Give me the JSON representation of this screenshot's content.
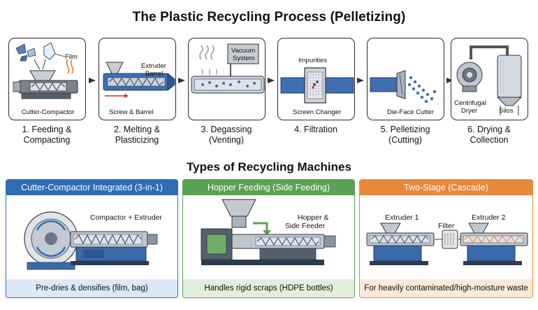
{
  "title": "The Plastic Recycling Process (Pelletizing)",
  "subtitle": "Types of Recycling Machines",
  "steps": [
    {
      "caption": "1. Feeding &\nCompacting",
      "labels": [
        "Film",
        "Cutter-Compactor"
      ]
    },
    {
      "caption": "2. Melting &\nPlasticizing",
      "labels": [
        "Extruder",
        "Barrel",
        "Screw & Barrel"
      ]
    },
    {
      "caption": "3. Degassing\n(Venting)",
      "labels": [
        "Vacuum",
        "System"
      ]
    },
    {
      "caption": "4. Filtration",
      "labels": [
        "Impurities",
        "Screen Changer"
      ]
    },
    {
      "caption": "5. Pelletizing\n(Cutting)",
      "labels": [
        "Die-Face Cutter"
      ]
    },
    {
      "caption": "6. Drying &\nCollection",
      "labels": [
        "Centrifugal",
        "Dryer",
        "Silos"
      ]
    }
  ],
  "machines": [
    {
      "header": "Cutter-Compactor Integrated (3-in-1)",
      "note": "Compactor + Extruder",
      "footer": "Pre-dries & densifies (film, bag)",
      "color": "#2f6db4",
      "footer_bg": "#dde8f5"
    },
    {
      "header": "Hopper Feeding (Side Feeding)",
      "note_1": "Hopper &",
      "note_2": "Side Feeder",
      "footer": "Handles rigid scraps (HDPE bottles)",
      "color": "#5aa152",
      "footer_bg": "#e2efdc"
    },
    {
      "header": "Two-Stage (Cascade)",
      "label_1": "Extruder 1",
      "label_2": "Filter",
      "label_3": "Extruder 2",
      "footer": "For heavily contaminated/high-moisture waste",
      "color": "#e8893a",
      "footer_bg": "#fbe9d9"
    }
  ]
}
